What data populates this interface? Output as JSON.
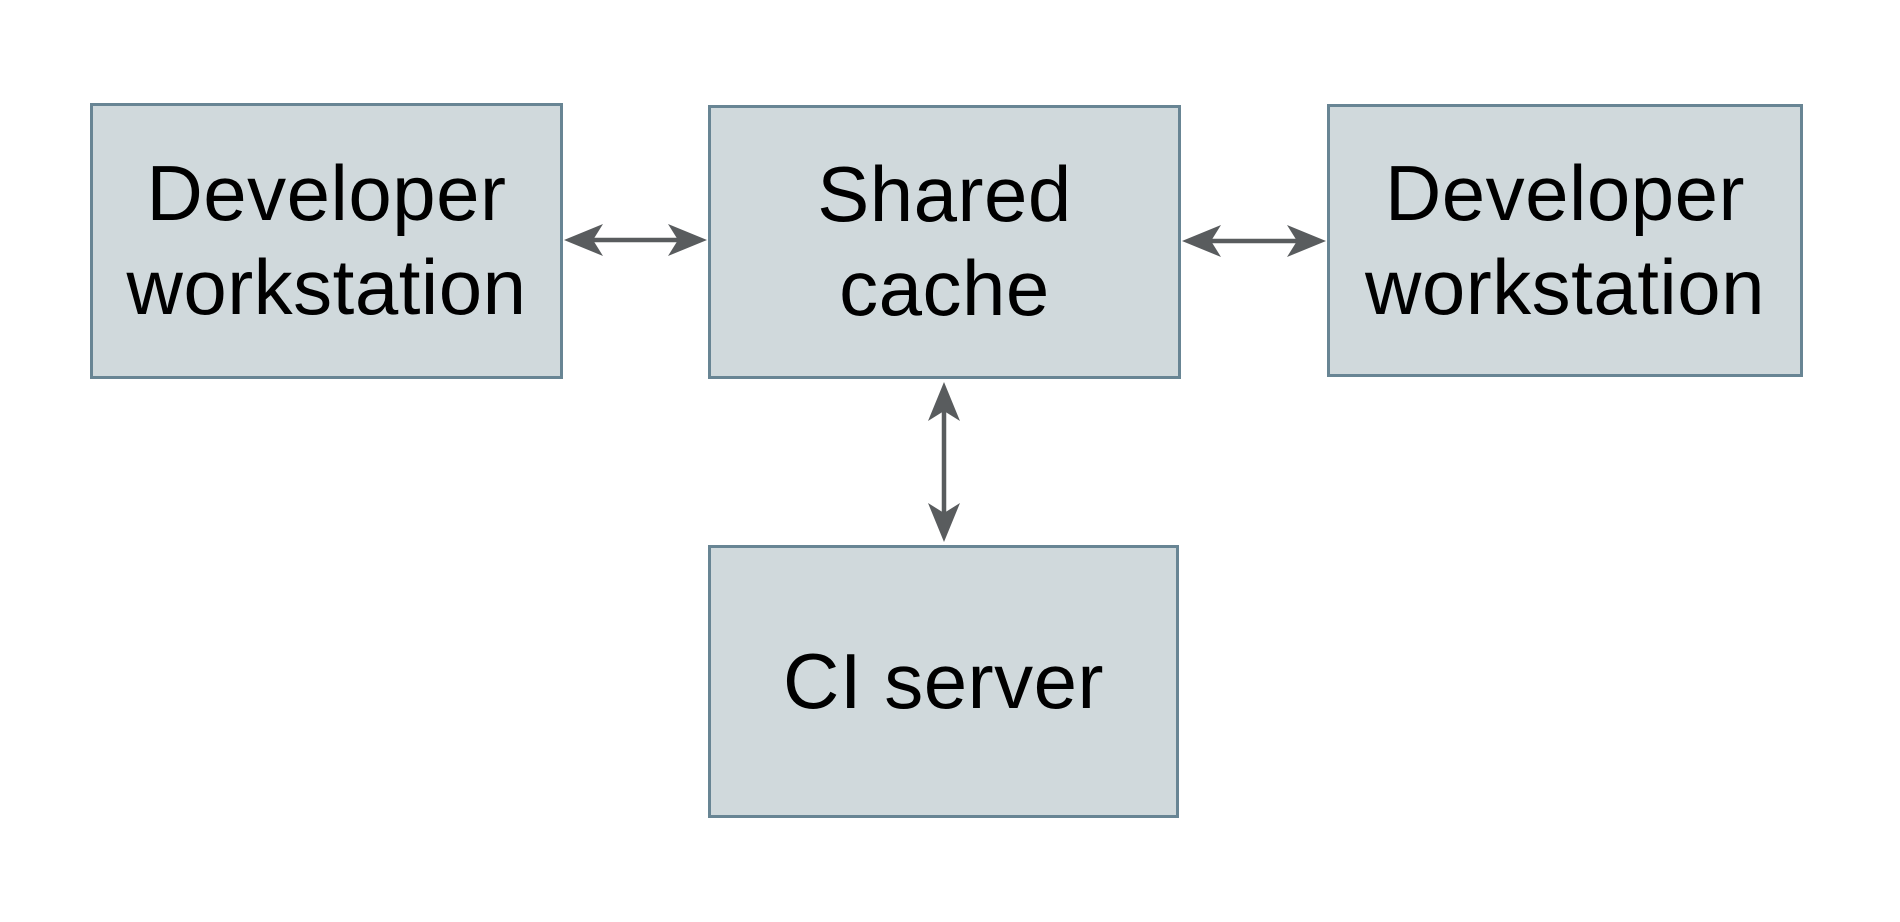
{
  "diagram": {
    "title": "",
    "nodes": [
      {
        "id": "developer-workstation-left",
        "label": "Developer\nworkstation"
      },
      {
        "id": "shared-cache",
        "label": "Shared\ncache"
      },
      {
        "id": "developer-workstation-right",
        "label": "Developer\nworkstation"
      },
      {
        "id": "ci-server",
        "label": "CI server"
      }
    ],
    "edges": [
      {
        "from": "developer-workstation-left",
        "to": "shared-cache",
        "direction": "bidirectional",
        "orientation": "horizontal"
      },
      {
        "from": "shared-cache",
        "to": "developer-workstation-right",
        "direction": "bidirectional",
        "orientation": "horizontal"
      },
      {
        "from": "shared-cache",
        "to": "ci-server",
        "direction": "bidirectional",
        "orientation": "vertical"
      }
    ],
    "colors": {
      "background": "#ffffff",
      "node_fill": "#d0d9dc",
      "node_border": "#688594",
      "arrow": "#595c5e",
      "text": "#000000"
    }
  }
}
